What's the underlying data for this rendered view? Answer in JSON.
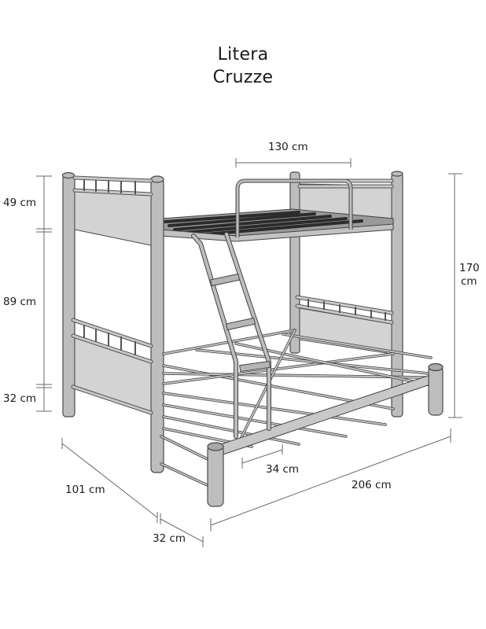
{
  "title": {
    "line1": "Litera",
    "line2": "Cruzze"
  },
  "product": {
    "type": "bunk-bed",
    "description": "Metal bunk bed with single top bunk, double bottom bunk and ladder"
  },
  "dimensions": {
    "top_width": "130 cm",
    "top_rail_height": "49 cm",
    "bunk_spacing": "89 cm",
    "bottom_height": "32 cm",
    "total_height_value": "170",
    "total_height_unit": "cm",
    "ladder_offset": "34 cm",
    "length": "206 cm",
    "depth": "101 cm",
    "extension": "32 cm"
  },
  "colors": {
    "frame": "#bdbdbd",
    "panel": "#d3d3d3",
    "outline": "#4a4a4a",
    "dimension_line": "#6a6a6a",
    "text": "#1a1a1a"
  }
}
